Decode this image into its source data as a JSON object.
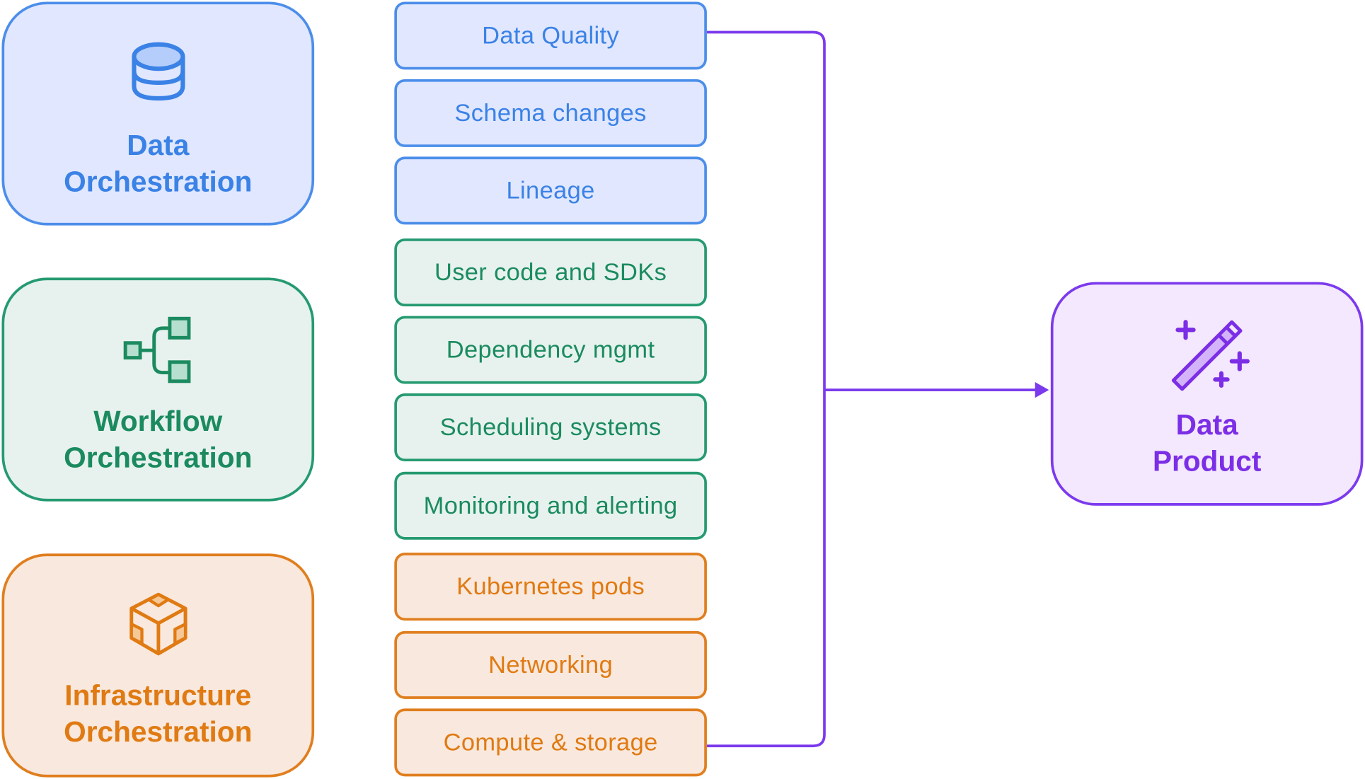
{
  "groups": [
    {
      "id": "data",
      "title_line1": "Data",
      "title_line2": "Orchestration",
      "icon": "database-icon",
      "items": [
        "Data Quality",
        "Schema changes",
        "Lineage"
      ]
    },
    {
      "id": "workflow",
      "title_line1": "Workflow",
      "title_line2": "Orchestration",
      "icon": "workflow-tree-icon",
      "items": [
        "User code and SDKs",
        "Dependency mgmt",
        "Scheduling systems",
        "Monitoring and alerting"
      ]
    },
    {
      "id": "infra",
      "title_line1": "Infrastructure",
      "title_line2": "Orchestration",
      "icon": "cube-box-icon",
      "items": [
        "Kubernetes pods",
        "Networking",
        "Compute & storage"
      ]
    }
  ],
  "target": {
    "title_line1": "Data",
    "title_line2": "Product",
    "icon": "magic-wand-icon"
  },
  "colors": {
    "data_accent": "#3b82e6",
    "data_fill": "#e0e7ff",
    "workflow_accent": "#1b8b5f",
    "workflow_fill": "#e7f2ef",
    "infra_accent": "#e07a12",
    "infra_fill": "#f9e8dd",
    "product_accent": "#7c3aed",
    "product_fill": "#f3e8fd"
  }
}
